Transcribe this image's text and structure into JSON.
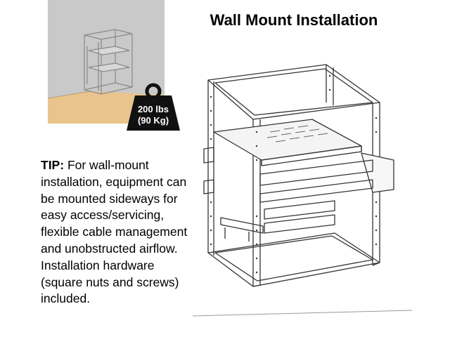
{
  "title": "Wall Mount Installation",
  "weight": {
    "line1": "200 lbs",
    "line2": "(90 Kg)"
  },
  "tip": {
    "label": "TIP:",
    "text": "For wall-mount installation, equipment can be mounted sideways for easy access/servicing, flexible cable management and unobstructed airflow. Installation hardware (square nuts and screws) included."
  },
  "colors": {
    "wall": "#c9c9c9",
    "floor": "#e9c48d",
    "weight_icon": "#111111",
    "line_art": "#333333"
  }
}
